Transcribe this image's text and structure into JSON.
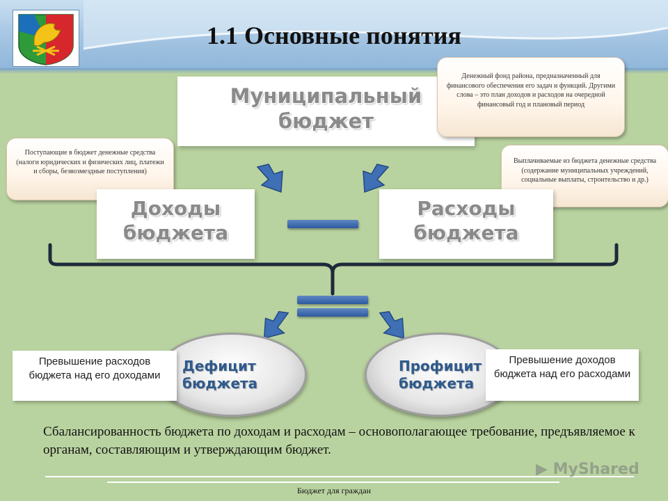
{
  "slide": {
    "title": "1.1 Основные понятия",
    "footer": "Бюджет для граждан",
    "watermark": "MyShared"
  },
  "nodes": {
    "municipal": {
      "label_line1": "Муниципальный",
      "label_line2": "бюджет"
    },
    "income": {
      "label_line1": "Доходы",
      "label_line2": "бюджета"
    },
    "expense": {
      "label_line1": "Расходы",
      "label_line2": "бюджета"
    },
    "deficit": {
      "label_line1": "Дефицит",
      "label_line2": "бюджета"
    },
    "surplus": {
      "label_line1": "Профицит",
      "label_line2": "бюджета"
    }
  },
  "notes": {
    "municipal": "Денежный фонд района, предназначенный для финансового обеспечения его задач и функций. Другими слова – это план доходов и расходов на очередной финансовый год и плановый период",
    "income": "Поступающие в бюджет денежные средства (налоги юридических и физических лиц, платежи и сборы, безвозмездные поступления)",
    "expense": "Выплачиваемые из бюджета денежные средства (содержание муниципальных учреждений, социальные выплаты, строительство и др.)",
    "deficit": "Превышение расходов бюджета над его доходами",
    "surplus": "Превышение доходов бюджета над его расходами"
  },
  "statement": "Сбалансированность бюджета по доходам и расходам – основополагающее требование, предъявляемое к органам, составляющим и утверждающим бюджет.",
  "colors": {
    "background": "#b9d3a0",
    "header": "#a9c8e4",
    "arrow": "#3f6fb5",
    "ellipse_text": "#2f5a8c"
  }
}
